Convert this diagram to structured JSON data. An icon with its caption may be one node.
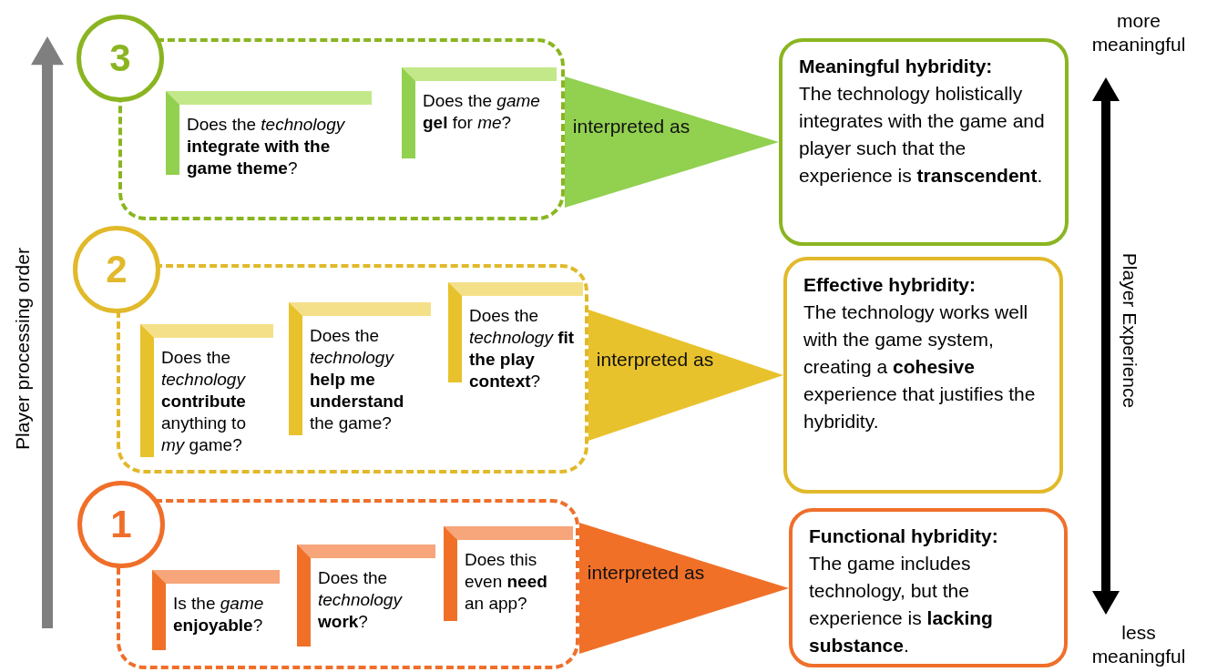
{
  "diagram": {
    "nodes": [
      {
        "text": [
          "3"
        ]
      },
      {
        "text": [],
        "shape": "box"
      },
      {
        "text": [
          "Does the *technology* **integrate with the game theme**?"
        ],
        "in": 1
      },
      {
        "text": [
          "Does the *game* **gel** for *me*?"
        ],
        "in": 1
      },
      {
        "text": [
          "Meaningful hybridity:",
          "The technology holistically integrates with the game and player such that the experience is **transcendent**."
        ]
      },
      {
        "text": [
          "2"
        ]
      },
      {
        "text": [],
        "shape": "box"
      },
      {
        "text": [
          "Does the *technology* **contribute** anything to *my* game?"
        ],
        "in": 6
      },
      {
        "text": [
          "Does the *technology* **help me understand** the game?"
        ],
        "in": 6
      },
      {
        "text": [
          "Does the *technology* **fit the play context**?"
        ],
        "in": 6
      },
      {
        "text": [
          "**Effective hybridity**:",
          "The technology works well with the game system, creating a **cohesive** experience that justifies the hybridity."
        ]
      },
      {
        "text": [
          "1"
        ]
      },
      {
        "text": [],
        "shape": "box"
      },
      {
        "text": [
          "Is the *game* **enjoyable**?"
        ],
        "in": 12
      },
      {
        "text": [
          "Does the *technology* **work**?"
        ],
        "in": 12
      },
      {
        "text": [
          "Does this even **need** an app?"
        ],
        "in": 12
      },
      {
        "text": [
          "**Functional hybridity**:",
          "The game includes technology, but the experience is **lacking substance**."
        ]
      }
    ],
    "edges": [
      {
        "from": 1,
        "to": 4,
        "arrow": "to",
        "label": "interpreted as"
      },
      {
        "from": 6,
        "to": 10,
        "arrow": "to",
        "label": "interpreted as"
      },
      {
        "from": 12,
        "to": 16,
        "arrow": "to",
        "label": "interpreted as"
      }
    ],
    "labels": [
      "more meaningful",
      "Player processing order",
      "Player Experience",
      "less meaningful"
    ]
  }
}
